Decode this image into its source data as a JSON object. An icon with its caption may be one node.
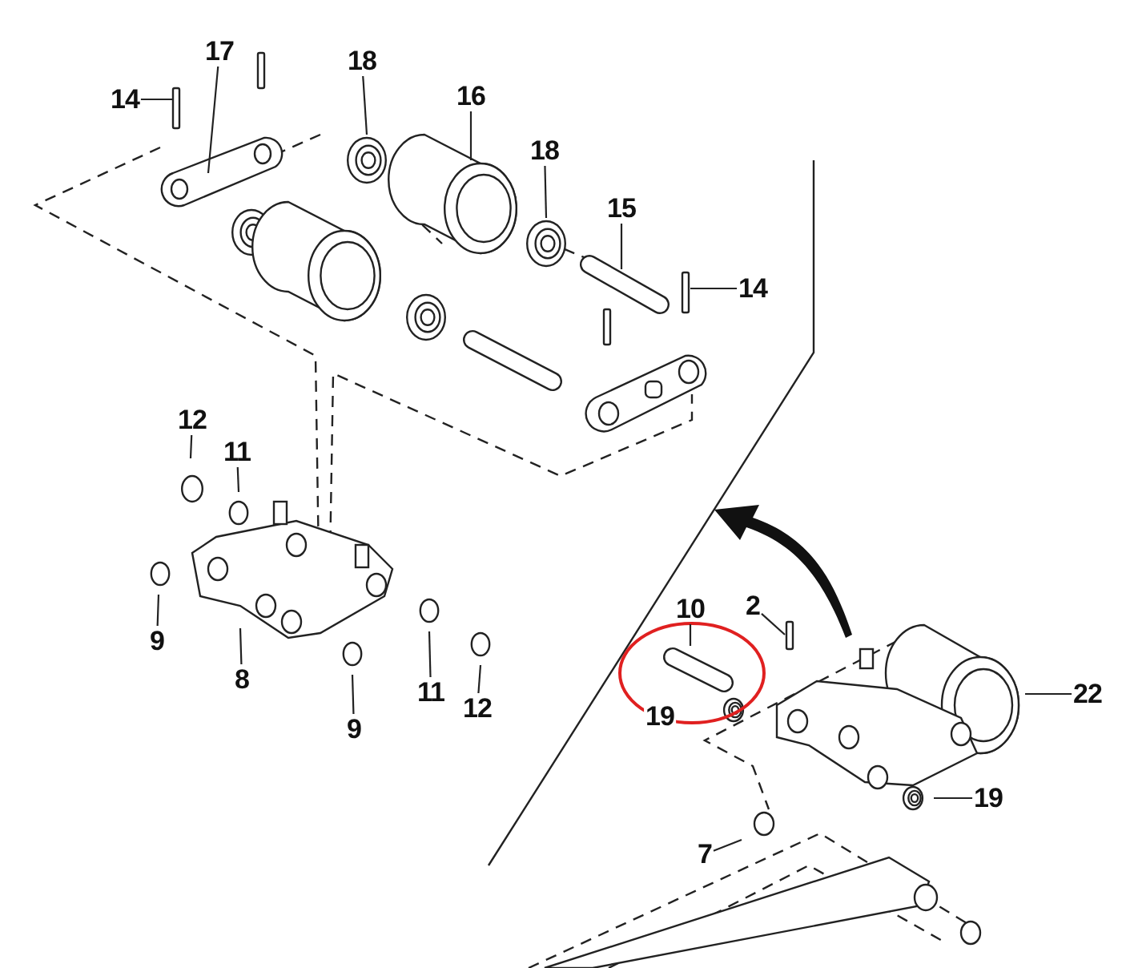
{
  "diagram": {
    "nodes": [
      {
        "text": [
          "17"
        ]
      },
      {
        "text": [
          "14"
        ]
      },
      {
        "text": [
          "18"
        ]
      },
      {
        "text": [
          "16"
        ]
      },
      {
        "text": [
          "18"
        ]
      },
      {
        "text": [
          "15"
        ]
      },
      {
        "text": [
          "14"
        ]
      },
      {
        "text": [
          "12"
        ]
      },
      {
        "text": [
          "11"
        ]
      },
      {
        "text": [
          "9"
        ]
      },
      {
        "text": [
          "8"
        ]
      },
      {
        "text": [
          "9"
        ]
      },
      {
        "text": [
          "11"
        ]
      },
      {
        "text": [
          "12"
        ]
      },
      {
        "text": [
          "10"
        ]
      },
      {
        "text": [
          "2"
        ]
      },
      {
        "text": [
          "22"
        ]
      },
      {
        "text": [
          "19"
        ]
      },
      {
        "text": [
          "7"
        ]
      }
    ],
    "edges": [
      {
        "from": 0,
        "to": null,
        "arrow": "none"
      },
      {
        "from": 1,
        "to": null,
        "arrow": "none"
      },
      {
        "from": 2,
        "to": null,
        "arrow": "none"
      },
      {
        "from": 3,
        "to": null,
        "arrow": "none"
      },
      {
        "from": 4,
        "to": null,
        "arrow": "none"
      },
      {
        "from": 5,
        "to": null,
        "arrow": "none"
      },
      {
        "from": 6,
        "to": null,
        "arrow": "none"
      },
      {
        "from": 7,
        "to": null,
        "arrow": "none"
      },
      {
        "from": 8,
        "to": null,
        "arrow": "none"
      },
      {
        "from": 9,
        "to": null,
        "arrow": "none"
      },
      {
        "from": 10,
        "to": null,
        "arrow": "none"
      },
      {
        "from": 11,
        "to": null,
        "arrow": "none"
      },
      {
        "from": 12,
        "to": null,
        "arrow": "none"
      },
      {
        "from": 13,
        "to": null,
        "arrow": "none"
      },
      {
        "from": 14,
        "to": null,
        "arrow": "none"
      },
      {
        "from": 15,
        "to": null,
        "arrow": "none"
      },
      {
        "from": 16,
        "to": null,
        "arrow": "none"
      },
      {
        "from": 17,
        "to": null,
        "arrow": "none"
      },
      {
        "from": 18,
        "to": null,
        "arrow": "none"
      }
    ],
    "labels": [
      "19"
    ]
  }
}
